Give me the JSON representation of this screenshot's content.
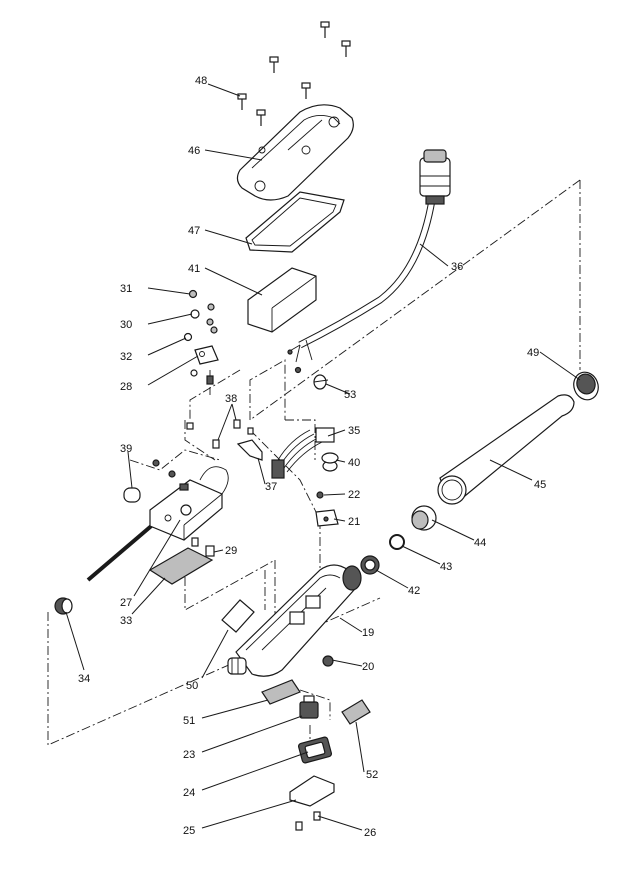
{
  "callouts": [
    {
      "id": "c19",
      "text": "19"
    },
    {
      "id": "c20",
      "text": "20"
    },
    {
      "id": "c21",
      "text": "21"
    },
    {
      "id": "c22",
      "text": "22"
    },
    {
      "id": "c23",
      "text": "23"
    },
    {
      "id": "c24",
      "text": "24"
    },
    {
      "id": "c25",
      "text": "25"
    },
    {
      "id": "c26",
      "text": "26"
    },
    {
      "id": "c27",
      "text": "27"
    },
    {
      "id": "c28",
      "text": "28"
    },
    {
      "id": "c29",
      "text": "29"
    },
    {
      "id": "c30",
      "text": "30"
    },
    {
      "id": "c31",
      "text": "31"
    },
    {
      "id": "c32",
      "text": "32"
    },
    {
      "id": "c33",
      "text": "33"
    },
    {
      "id": "c34",
      "text": "34"
    },
    {
      "id": "c35",
      "text": "35"
    },
    {
      "id": "c36",
      "text": "36"
    },
    {
      "id": "c37",
      "text": "37"
    },
    {
      "id": "c38",
      "text": "38"
    },
    {
      "id": "c39",
      "text": "39"
    },
    {
      "id": "c40",
      "text": "40"
    },
    {
      "id": "c41",
      "text": "41"
    },
    {
      "id": "c42",
      "text": "42"
    },
    {
      "id": "c43",
      "text": "43"
    },
    {
      "id": "c44",
      "text": "44"
    },
    {
      "id": "c45",
      "text": "45"
    },
    {
      "id": "c46",
      "text": "46"
    },
    {
      "id": "c47",
      "text": "47"
    },
    {
      "id": "c48",
      "text": "48"
    },
    {
      "id": "c49",
      "text": "49"
    },
    {
      "id": "c50",
      "text": "50"
    },
    {
      "id": "c51",
      "text": "51"
    },
    {
      "id": "c52",
      "text": "52"
    },
    {
      "id": "c53",
      "text": "53"
    }
  ]
}
